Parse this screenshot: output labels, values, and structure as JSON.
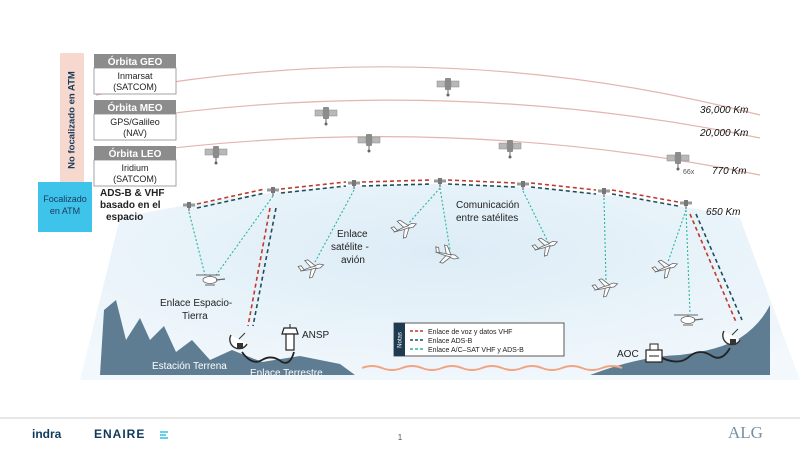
{
  "left_labels": {
    "not_focused": "No focalizado en ATM",
    "focused_line1": "Focalizado",
    "focused_line2": "en ATM"
  },
  "orbits": [
    {
      "header": "Órbita GEO",
      "line1": "Inmarsat",
      "line2": "(SATCOM)",
      "altitude": "36,000 Km"
    },
    {
      "header": "Órbita MEO",
      "line1": "GPS/Galileo",
      "line2": "(NAV)",
      "altitude": "20,000 Km"
    },
    {
      "header": "Órbita LEO",
      "line1": "Iridium",
      "line2": "(SATCOM)",
      "altitude": "770 Km"
    }
  ],
  "leo_marker": "66x",
  "space_based": {
    "line1": "ADS-B & VHF",
    "line2": "basado en el",
    "line3": "espacio",
    "altitude": "650 Km"
  },
  "labels": {
    "sat_aircraft_1": "Enlace",
    "sat_aircraft_2": "satélite  -",
    "sat_aircraft_3": "avión",
    "intersat_1": "Comunicación",
    "intersat_2": "entre satélites",
    "space_ground_1": "Enlace Espacio-",
    "space_ground_2": "Tierra",
    "ansp": "ANSP",
    "ground_station": "Estación Terrena",
    "terrestrial_link": "Enlace Terrestre",
    "aoc": "AOC"
  },
  "legend": {
    "title": "Notas",
    "items": [
      {
        "text": "Enlace de voz y datos VHF",
        "color": "#c0392b"
      },
      {
        "text": "Enlace ADS-B",
        "color": "#1f4e5a"
      },
      {
        "text": "Enlace A/C–SAT VHF y ADS-B",
        "color": "#2bb5a0"
      }
    ]
  },
  "footer": {
    "logo_indra": "indra",
    "logo_enaire": "ENAIRE",
    "page": "1",
    "logo_alg": "ALG"
  },
  "colors": {
    "orbit": "#e3b6ad",
    "vhf": "#c0392b",
    "adsb": "#1f4e5a",
    "acsat": "#2bb5a0",
    "focused_box": "#3ec3ea",
    "not_focused_box": "#f6d8cf",
    "mountain": "#5f7d92"
  }
}
